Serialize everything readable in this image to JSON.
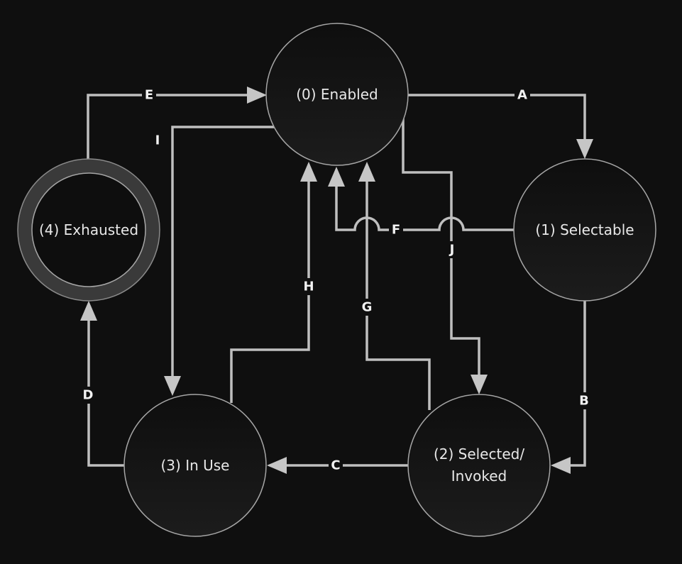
{
  "diagram": {
    "type": "state-transition",
    "colors": {
      "background": "#0f0f0f",
      "node_fill": "#141414",
      "node_stroke": "#a6a6a6",
      "ring_fill": "#3a3a3a",
      "connector": "#bfbfbf",
      "text": "#e8e8e8"
    },
    "nodes": [
      {
        "id": "n0",
        "label": "(0) Enabled",
        "lines": [
          "(0) Enabled"
        ]
      },
      {
        "id": "n1",
        "label": "(1) Selectable",
        "lines": [
          "(1) Selectable"
        ]
      },
      {
        "id": "n2",
        "label": "(2) Selected/ Invoked",
        "lines": [
          "(2) Selected/",
          "Invoked"
        ]
      },
      {
        "id": "n3",
        "label": "(3) In Use",
        "lines": [
          "(3) In Use"
        ]
      },
      {
        "id": "n4",
        "label": "(4) Exhausted",
        "lines": [
          "(4) Exhausted"
        ],
        "terminal": true
      }
    ],
    "edges": [
      {
        "id": "A",
        "label": "A",
        "from": "(0) Enabled",
        "to": "(1) Selectable"
      },
      {
        "id": "B",
        "label": "B",
        "from": "(1) Selectable",
        "to": "(2) Selected/ Invoked"
      },
      {
        "id": "C",
        "label": "C",
        "from": "(2) Selected/ Invoked",
        "to": "(3) In Use"
      },
      {
        "id": "D",
        "label": "D",
        "from": "(3) In Use",
        "to": "(4) Exhausted"
      },
      {
        "id": "E",
        "label": "E",
        "from": "(4) Exhausted",
        "to": "(0) Enabled"
      },
      {
        "id": "F",
        "label": "F",
        "from": "(1) Selectable",
        "to": "(0) Enabled"
      },
      {
        "id": "G",
        "label": "G",
        "from": "(2) Selected/ Invoked",
        "to": "(0) Enabled"
      },
      {
        "id": "H",
        "label": "H",
        "from": "(3) In Use",
        "to": "(0) Enabled"
      },
      {
        "id": "I",
        "label": "I",
        "from": "(0) Enabled",
        "to": "(3) In Use"
      },
      {
        "id": "J",
        "label": "J",
        "from": "(0) Enabled",
        "to": "(2) Selected/ Invoked"
      }
    ]
  }
}
